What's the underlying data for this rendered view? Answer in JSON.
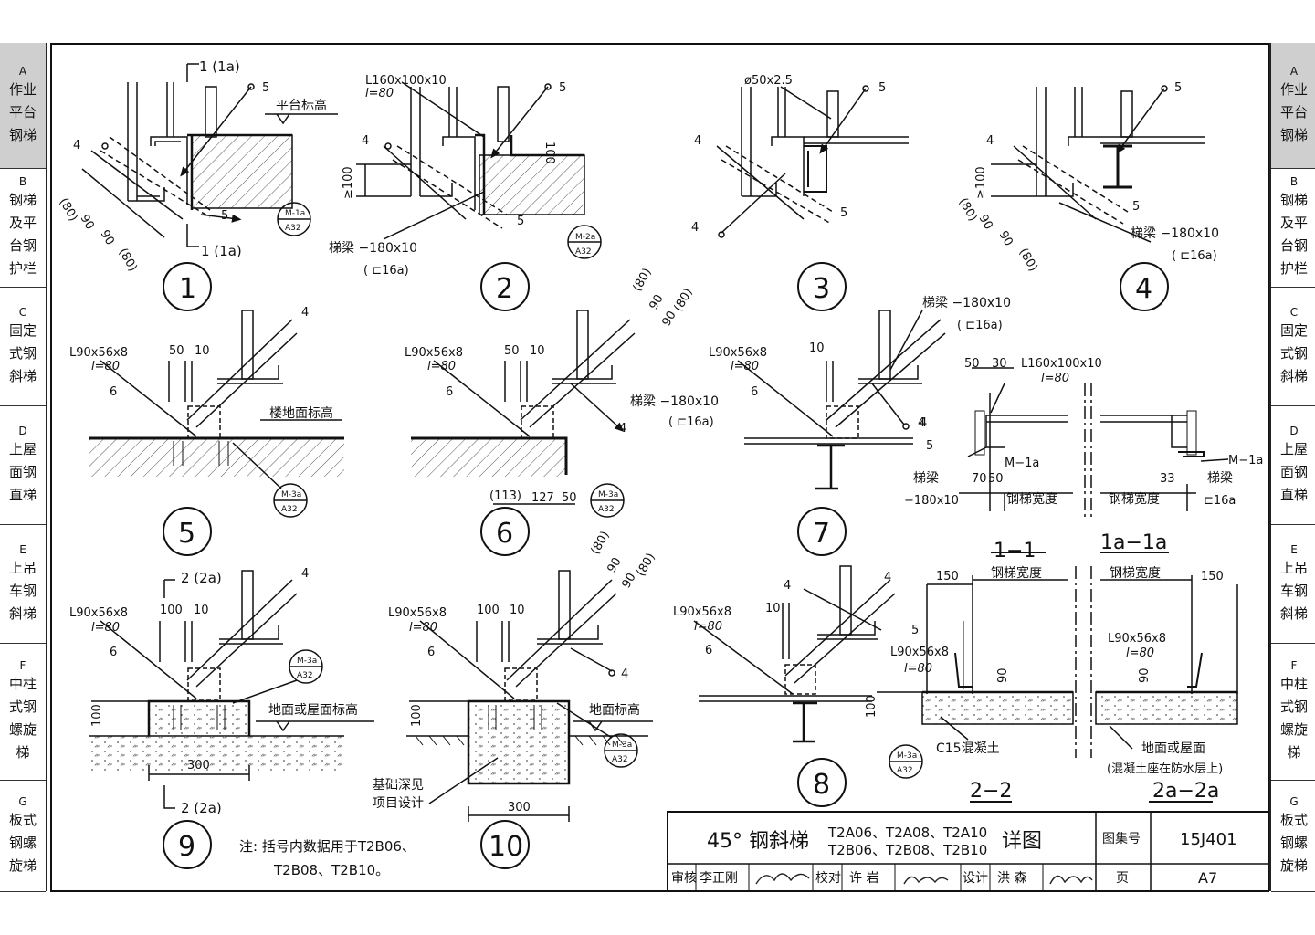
{
  "sidebar": {
    "tabs": [
      {
        "letter": "A",
        "lines": [
          "作业",
          "平台",
          "钢梯"
        ],
        "active": true
      },
      {
        "letter": "B",
        "lines": [
          "钢梯",
          "及平",
          "台钢",
          "护栏"
        ],
        "active": false
      },
      {
        "letter": "C",
        "lines": [
          "固定",
          "式钢",
          "斜梯"
        ],
        "active": false
      },
      {
        "letter": "D",
        "lines": [
          "上屋",
          "面钢",
          "直梯"
        ],
        "active": false
      },
      {
        "letter": "E",
        "lines": [
          "上吊",
          "车钢",
          "斜梯"
        ],
        "active": false
      },
      {
        "letter": "F",
        "lines": [
          "中柱",
          "式钢",
          "螺旋",
          "梯"
        ],
        "active": false
      },
      {
        "letter": "G",
        "lines": [
          "板式",
          "钢螺",
          "旋梯"
        ],
        "active": false
      }
    ]
  },
  "details": {
    "d1": {
      "num": "1",
      "section_mark": "1 (1a)",
      "platform_elev": "平台标高",
      "weld4": "4",
      "weld5": "5",
      "dims": [
        "(80)",
        "90",
        "90",
        "(80)"
      ],
      "ref_top": "M-1a",
      "ref_bottom": "A32"
    },
    "d2": {
      "num": "2",
      "angle": "L160x100x10",
      "len": "l=80",
      "dim100": "100",
      "dim_ge100": "≥100",
      "beam": "梯梁 −180x10",
      "beam_alt": "( ⊏16a)",
      "weld4": "4",
      "weld5": "5",
      "ref_top": "M-2a",
      "ref_bottom": "A32"
    },
    "d3": {
      "num": "3",
      "pipe": "ø50x2.5",
      "weld4": "4",
      "weld5": "5"
    },
    "d4": {
      "num": "4",
      "dim_ge100": "≥100",
      "dims": [
        "(80)",
        "90",
        "90",
        "(80)"
      ],
      "beam": "梯梁 −180x10",
      "beam_alt": "( ⊏16a)",
      "weld4": "4",
      "weld5": "5"
    },
    "d5": {
      "num": "5",
      "angle": "L90x56x8",
      "len": "l=80",
      "d50": "50",
      "d10": "10",
      "floor_elev": "楼地面标高",
      "weld6": "6",
      "weld4": "4",
      "ref_top": "M-3a",
      "ref_bottom": "A32"
    },
    "d6": {
      "num": "6",
      "angle": "L90x56x8",
      "len": "l=80",
      "d50": "50",
      "d10": "10",
      "beam": "梯梁 −180x10",
      "beam_alt": "( ⊏16a)",
      "dims": [
        "(80)",
        "90",
        "90",
        "(80)"
      ],
      "bottom_dims": [
        "(113)",
        "127",
        "50"
      ],
      "weld6": "6",
      "weld4": "4",
      "ref_top": "M-3a",
      "ref_bottom": "A32"
    },
    "d7": {
      "num": "7",
      "angle": "L90x56x8",
      "len": "l=80",
      "d10": "10",
      "beam": "梯梁 −180x10",
      "beam_alt": "( ⊏16a)",
      "weld6": "6",
      "weld4": "4"
    },
    "s11": {
      "d50": "50",
      "d30": "30",
      "angle": "L160x100x10",
      "len": "l=80",
      "weld4": "4",
      "weld5": "5",
      "embed": "M−1a",
      "beam": "梯梁",
      "beam_size": "−180x10",
      "d70": "70",
      "d50b": "50",
      "width": "钢梯宽度",
      "title": "1−1"
    },
    "s1a": {
      "d33": "33",
      "embed": "M−1a",
      "beam": "梯梁",
      "beam_alt": "⊏16a",
      "width": "钢梯宽度",
      "title": "1a−1a"
    },
    "d8": {
      "num": "8",
      "angle": "L90x56x8",
      "len": "l=80",
      "d10": "10",
      "weld6": "6",
      "weld4": "4"
    },
    "d9": {
      "num": "9",
      "section_mark": "2 (2a)",
      "angle": "L90x56x8",
      "len": "l=80",
      "d100": "100",
      "d10": "10",
      "elev": "地面或屋面标高",
      "h100": "100",
      "w300": "300",
      "weld6": "6",
      "weld4": "4",
      "ref_top": "M-3a",
      "ref_bottom": "A32"
    },
    "d10": {
      "num": "10",
      "angle": "L90x56x8",
      "len": "l=80",
      "d100": "100",
      "d10": "10",
      "dims": [
        "(80)",
        "90",
        "90",
        "(80)"
      ],
      "elev": "地面标高",
      "h100": "100",
      "w300": "300",
      "foundation": "基础深见",
      "foundation2": "项目设计",
      "weld6": "6",
      "weld4": "4",
      "ref_top": "M-3a",
      "ref_bottom": "A32"
    },
    "s22": {
      "d150": "150",
      "width": "钢梯宽度",
      "weld5": "5",
      "angle": "L90x56x8",
      "len": "l=80",
      "d90": "90",
      "d100": "100",
      "concrete": "C15混凝土",
      "title": "2−2",
      "ref_top": "M-3a",
      "ref_bottom": "A32"
    },
    "s2a": {
      "width": "钢梯宽度",
      "d150": "150",
      "angle": "L90x56x8",
      "len": "l=80",
      "d90": "90",
      "floor": "地面或屋面",
      "note": "(混凝土座在防水层上)",
      "title": "2a−2a"
    }
  },
  "note": {
    "line1": "注: 括号内数据用于T2B06、",
    "line2": "T2B08、T2B10。"
  },
  "titleblock": {
    "prefix": "45° 钢斜梯",
    "codes1": "T2A06、T2A08、T2A10",
    "codes2": "T2B06、T2B08、T2B10",
    "suffix": "详图",
    "atlas_label": "图集号",
    "atlas_no": "15J401",
    "page_label": "页",
    "page_no": "A7",
    "row": [
      "审核",
      "李正刚",
      "校对",
      "许 岩",
      "设计",
      "洪 森"
    ]
  }
}
